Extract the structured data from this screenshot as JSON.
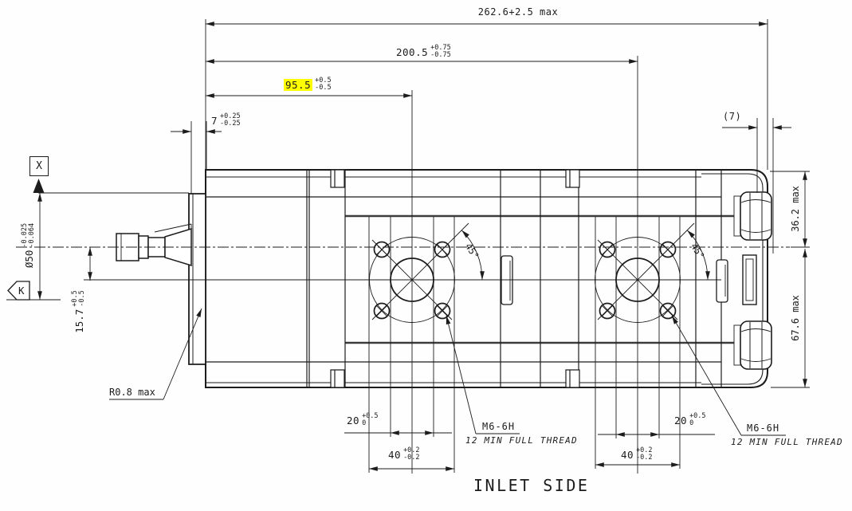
{
  "drawing": {
    "view_title": "INLET SIDE",
    "highlight_color": "#ffff00",
    "line_color": "#1c1c1c",
    "datum_labels": {
      "x": "X",
      "k": "K"
    },
    "dimensions": {
      "overall_length": "262.6+2.5 max",
      "length_to_rear_port": {
        "value": "200.5",
        "upper": "+0.75",
        "lower": "-0.75"
      },
      "length_to_front_port": {
        "value": "95.5",
        "upper": "+0.5",
        "lower": "-0.5",
        "highlighted": true
      },
      "flange_thickness": {
        "value": "7",
        "upper": "+0.25",
        "lower": "-0.25"
      },
      "rear_reference": "(7)",
      "height_above_axis": "36.2 max",
      "height_below_axis": "67.6 max",
      "pilot_diameter": {
        "value": "Ø50",
        "upper": "-0.025",
        "lower": "-0.064"
      },
      "axis_offset": {
        "value": "15.7",
        "upper": "+0.5",
        "lower": "-0.5"
      },
      "fillet_radius": "R0.8 max",
      "front_port_width": {
        "value": "20",
        "upper": "+0.5",
        "lower": "0"
      },
      "front_port_bolt_span": {
        "value": "40",
        "upper": "+0.2",
        "lower": "-0.2"
      },
      "rear_port_width": {
        "value": "20",
        "upper": "+0.5",
        "lower": "0"
      },
      "rear_port_bolt_span": {
        "value": "40",
        "upper": "+0.2",
        "lower": "-0.2"
      },
      "front_port_hole_angle": "45°",
      "rear_port_hole_angle": "45°"
    },
    "thread_callouts": {
      "front": {
        "size": "M6-6H",
        "note": "12 MIN FULL THREAD"
      },
      "rear": {
        "size": "M6-6H",
        "note": "12 MIN FULL THREAD"
      }
    }
  }
}
